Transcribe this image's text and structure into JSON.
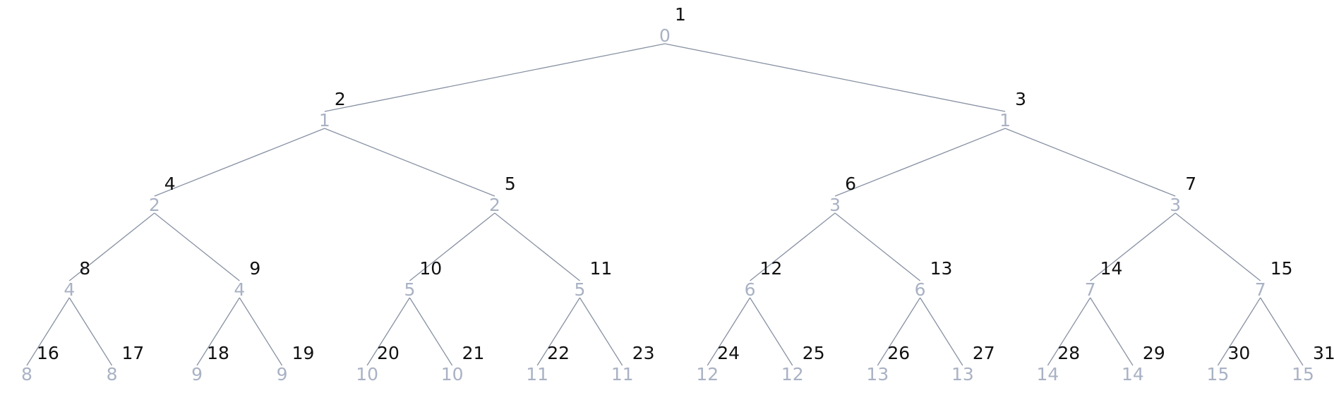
{
  "tree": {
    "levels": 5,
    "nodes": [
      {
        "index": "1",
        "value": "0"
      },
      {
        "index": "2",
        "value": "1"
      },
      {
        "index": "3",
        "value": "1"
      },
      {
        "index": "4",
        "value": "2"
      },
      {
        "index": "5",
        "value": "2"
      },
      {
        "index": "6",
        "value": "3"
      },
      {
        "index": "7",
        "value": "3"
      },
      {
        "index": "8",
        "value": "4"
      },
      {
        "index": "9",
        "value": "4"
      },
      {
        "index": "10",
        "value": "5"
      },
      {
        "index": "11",
        "value": "5"
      },
      {
        "index": "12",
        "value": "6"
      },
      {
        "index": "13",
        "value": "6"
      },
      {
        "index": "14",
        "value": "7"
      },
      {
        "index": "15",
        "value": "7"
      },
      {
        "index": "16",
        "value": "8"
      },
      {
        "index": "17",
        "value": "8"
      },
      {
        "index": "18",
        "value": "9"
      },
      {
        "index": "19",
        "value": "9"
      },
      {
        "index": "20",
        "value": "10"
      },
      {
        "index": "21",
        "value": "10"
      },
      {
        "index": "22",
        "value": "11"
      },
      {
        "index": "23",
        "value": "11"
      },
      {
        "index": "24",
        "value": "12"
      },
      {
        "index": "25",
        "value": "12"
      },
      {
        "index": "26",
        "value": "13"
      },
      {
        "index": "27",
        "value": "13"
      },
      {
        "index": "28",
        "value": "14"
      },
      {
        "index": "29",
        "value": "14"
      },
      {
        "index": "30",
        "value": "15"
      },
      {
        "index": "31",
        "value": "15"
      }
    ],
    "colors": {
      "edge": "#8791a3",
      "value_text": "#a9b2c4",
      "index_text": "#111111"
    }
  }
}
